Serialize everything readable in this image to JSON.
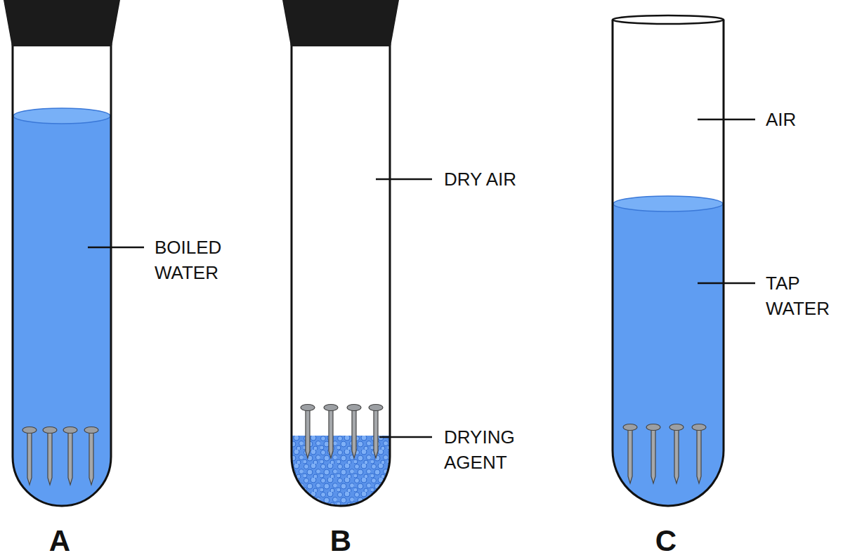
{
  "diagram": {
    "labels": [
      "BOILED WATER",
      "DRY AIR",
      "DRYING AGENT",
      "AIR",
      "TAP WATER",
      "A",
      "B",
      "C"
    ]
  }
}
